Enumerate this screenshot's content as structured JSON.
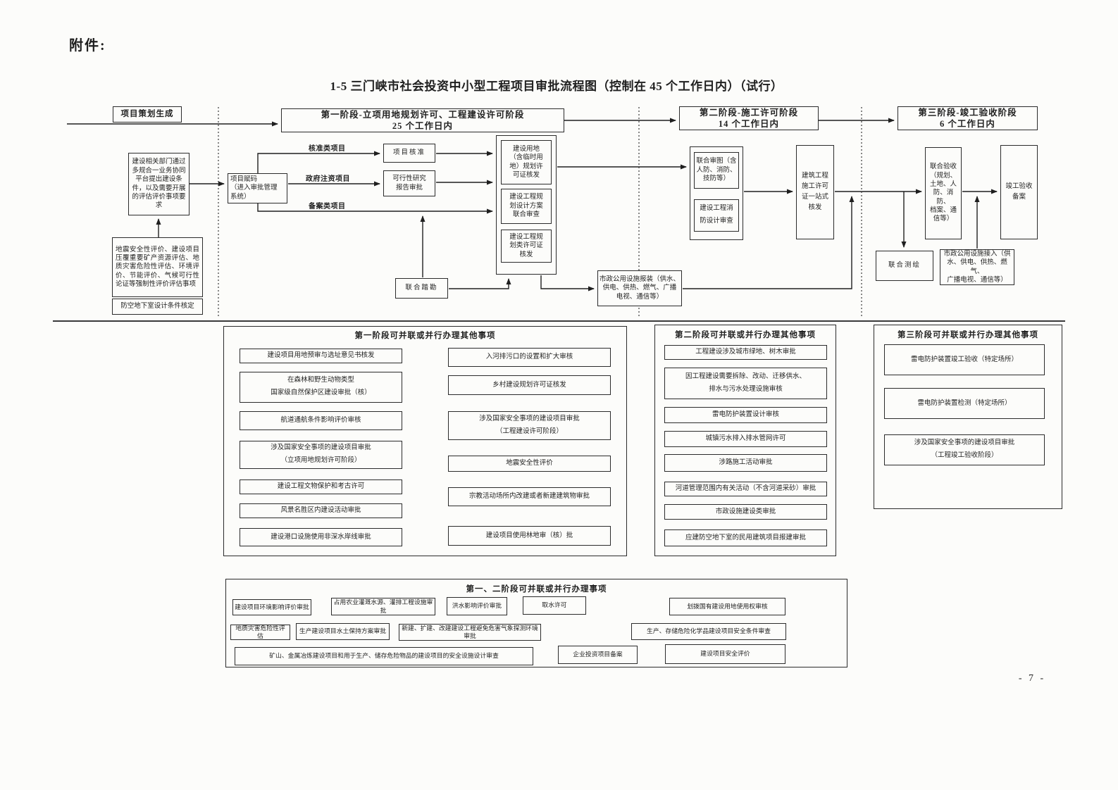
{
  "page": {
    "attachment_label": "附件:",
    "title": "1-5 三门峡市社会投资中小型工程项目审批流程图（控制在 45 个工作日内）（试行）",
    "page_number": "- 7 -",
    "ink_color": "#1f1f1f",
    "paper_color": "#fcfcfa"
  },
  "flow": {
    "start_label": "项目策划生成",
    "stages": [
      {
        "title": "第一阶段-立项用地规划许可、工程建设许可阶段",
        "duration": "25 个工作日内"
      },
      {
        "title": "第二阶段-施工许可阶段",
        "duration": "14 个工作日内"
      },
      {
        "title": "第三阶段-竣工验收阶段",
        "duration": "6 个工作日内"
      }
    ],
    "branch_labels": [
      "核准类项目",
      "政府注资项目",
      "备案类项目"
    ],
    "nodes": {
      "pre_conditions": "建设相关部门通过多规合一业务协同平台提出建设条件，以及需要开展的评估评价事项要求",
      "mandatory_evaluations": "地震安全性评价、建设项目压覆重要矿产资源评估、地质灾害危险性评估、环境评价、节能评价、气候可行性论证等强制性评价评估事项",
      "civil_defense_check": "防空地下室设计条件核定",
      "project_coding": "项目赋码\n（进入审批管理\n系统）",
      "project_approval": "项目核准",
      "feasibility_review": "可行性研究\n报告审批",
      "joint_survey": "联合踏勘",
      "land_use_permit": "建设用地\n（含临时用\n地）规划许\n可证核发",
      "plan_joint_review": "建设工程规\n划设计方案\n联合审查",
      "planning_permit": "建设工程规\n划类许可证\n核发",
      "municipal_apply": "市政公用设施报装（供水、\n供电、供热、燃气、广播\n电视、通信等）",
      "joint_drawing_review": "联合审图（含\n人防、消防、\n技防等）",
      "fire_design_review": "建设工程消\n防设计审查",
      "construction_permit": "建筑工程\n施工许可\n证一站式\n核发",
      "joint_acceptance": "联合验收\n（规划、\n土地、人\n防、消防、\n档案、通\n信等）",
      "completion_filing": "竣工验收\n备案",
      "joint_mapping": "联合测绘",
      "municipal_connect": "市政公用设施接入（供\n水、供电、供热、燃气、\n广播电视、通信等）"
    }
  },
  "panels": {
    "stage1": {
      "title": "第一阶段可并联或并行办理其他事项",
      "left_items": [
        "建设项目用地预审与选址意见书核发",
        "在森林和野生动物类型\n国家级自然保护区建设审批（核）",
        "航道通航条件影响评价审核",
        "涉及国家安全事项的建设项目审批\n（立项用地规划许可阶段）",
        "建设工程文物保护和考古许可",
        "风景名胜区内建设活动审批",
        "建设港口设施使用非深水岸线审批"
      ],
      "right_items": [
        "入河排污口的设置和扩大审核",
        "乡村建设规划许可证核发",
        "涉及国家安全事项的建设项目审批\n（工程建设许可阶段）",
        "地震安全性评价",
        "宗教活动场所内改建或者新建建筑物审批",
        "建设项目使用林地审（核）批"
      ]
    },
    "stage2": {
      "title": "第二阶段可并联或并行办理其他事项",
      "items": [
        "工程建设涉及城市绿地、树木审批",
        "因工程建设需要拆除、改动、迁移供水、\n排水与污水处理设施审核",
        "雷电防护装置设计审核",
        "城镇污水排入排水管网许可",
        "涉路施工活动审批",
        "河道管理范围内有关活动（不含河道采砂）审批",
        "市政设施建设类审批",
        "应建防空地下室的民用建筑项目报建审批"
      ]
    },
    "stage3": {
      "title": "第三阶段可并联或并行办理其他事项",
      "items": [
        "雷电防护装置竣工验收（特定场所）",
        "雷电防护装置检测（特定场所）",
        "涉及国家安全事项的建设项目审批\n（工程竣工验收阶段）"
      ]
    },
    "stage12": {
      "title": "第一、二阶段可并联或并行办理事项",
      "rows": [
        [
          "建设项目环境影响评价审批",
          "占用农业灌溉水源、灌排工程设施审批",
          "洪水影响评价审批",
          "取水许可",
          "划拨国有建设用地使用权审核"
        ],
        [
          "地质灾害危险性评估",
          "生产建设项目水土保持方案审批",
          "新建、扩建、改建建设工程避免危害气象探测环境审批",
          "生产、存储危险化学品建设项目安全条件审查"
        ],
        [
          "矿山、金属冶炼建设项目和用于生产、储存危险物品的建设项目的安全设施设计审查",
          "企业投资项目备案",
          "建设项目安全评价"
        ]
      ]
    }
  }
}
